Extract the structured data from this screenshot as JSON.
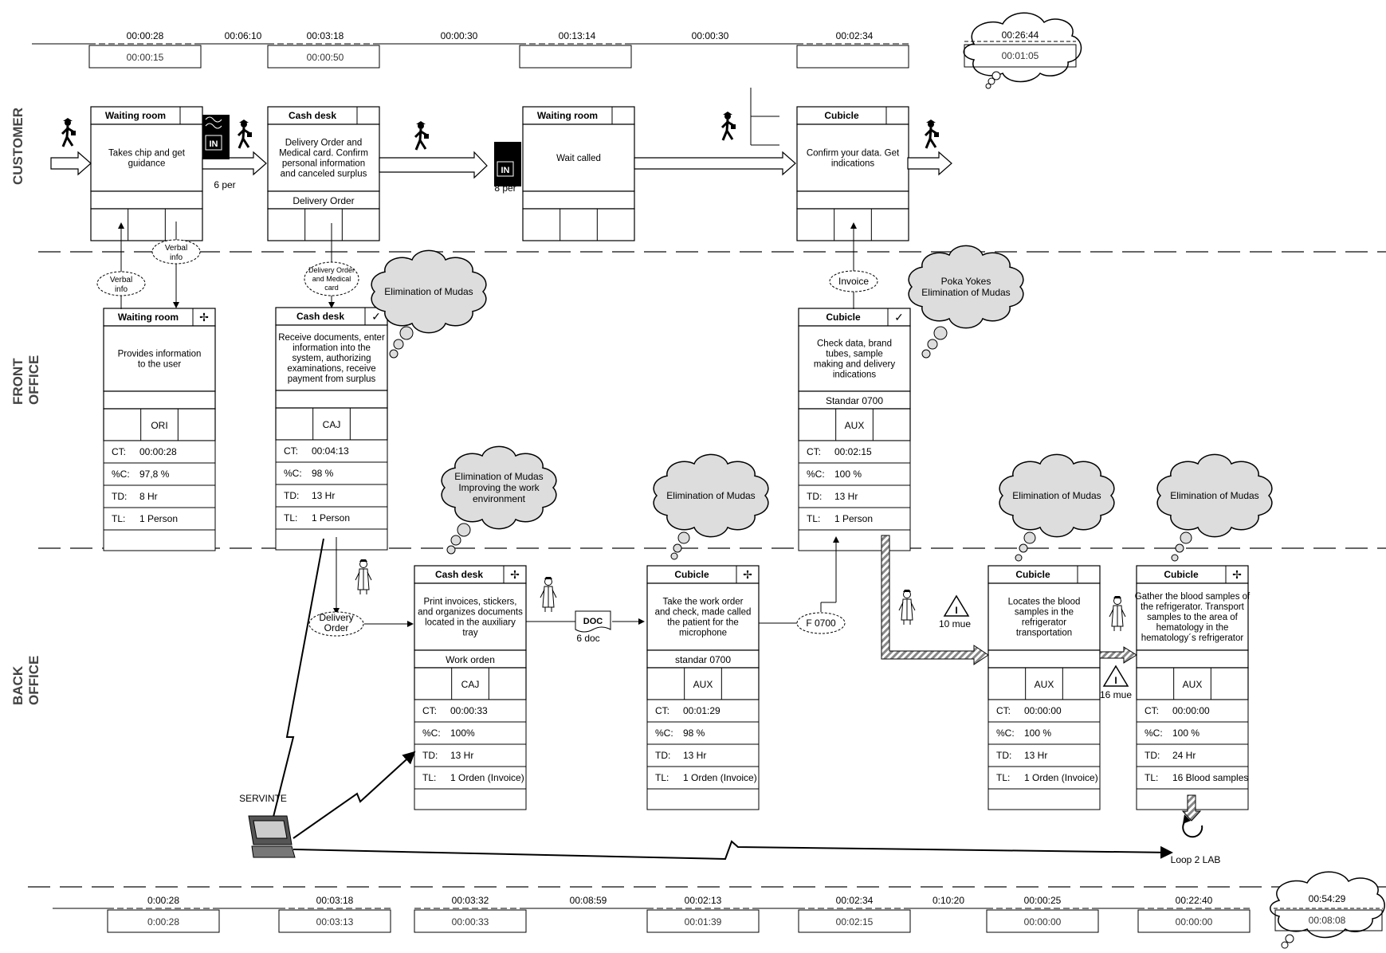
{
  "lanes": [
    "CUSTOMER",
    "FRONT OFFICE",
    "BACK OFFICE"
  ],
  "timeline_top": {
    "upper": [
      "00:00:28",
      "00:06:10",
      "00:03:18",
      "00:00:30",
      "00:13:14",
      "00:00:30",
      "00:02:34"
    ],
    "lower": [
      "00:00:15",
      "00:00:50"
    ],
    "total_upper": "00:26:44",
    "total_lower": "00:01:05"
  },
  "timeline_bottom": {
    "upper": [
      "0:00:28",
      "00:03:18",
      "00:03:32",
      "00:08:59",
      "00:02:13",
      "00:02:34",
      "0:10:20",
      "00:00:25",
      "00:22:40"
    ],
    "lower": [
      "0:00:28",
      "00:03:13",
      "00:00:33",
      "00:01:39",
      "00:02:15",
      "00:00:00",
      "00:00:00"
    ],
    "total_upper": "00:54:29",
    "total_lower": "00:08:08"
  },
  "customer_processes": [
    {
      "title": "Waiting room",
      "desc": [
        "Takes chip and get",
        "guidance"
      ],
      "sub": ""
    },
    {
      "title": "Cash desk",
      "desc": [
        "Delivery Order and",
        "Medical card. Confirm",
        "personal information",
        "and canceled surplus"
      ],
      "sub": "Delivery Order"
    },
    {
      "title": "Waiting room",
      "desc": [
        "Wait called"
      ],
      "sub": ""
    },
    {
      "title": "Cubicle",
      "desc": [
        "Confirm your data. Get",
        "indications"
      ],
      "sub": ""
    }
  ],
  "queue_labels": [
    "6 per",
    "8 per"
  ],
  "front_processes": [
    {
      "title": "Waiting room",
      "mark": "✢",
      "desc": [
        "Provides information",
        "to the user"
      ],
      "sub": "",
      "code": "ORI",
      "ct": "00:00:28",
      "pc": "97,8 %",
      "td": "8 Hr",
      "tl": "1 Person"
    },
    {
      "title": "Cash desk",
      "mark": "✓",
      "desc": [
        "Receive documents, enter",
        "information into the",
        "system, authorizing",
        "examinations, receive",
        "payment from surplus"
      ],
      "sub": "",
      "code": "CAJ",
      "ct": "00:04:13",
      "pc": "98 %",
      "td": "13 Hr",
      "tl": "1 Person"
    },
    {
      "title": "Cubicle",
      "mark": "✓",
      "desc": [
        "Check data, brand",
        "tubes, sample",
        "making and delivery",
        "indications"
      ],
      "sub": "Standar 0700",
      "code": "AUX",
      "ct": "00:02:15",
      "pc": "100 %",
      "td": "13 Hr",
      "tl": "1 Person"
    }
  ],
  "back_processes": [
    {
      "title": "Cash desk",
      "mark": "✢",
      "desc": [
        "Print invoices, stickers,",
        "and organizes documents",
        "located in the auxiliary",
        "tray"
      ],
      "sub": "Work orden",
      "code": "CAJ",
      "ct": "00:00:33",
      "pc": "100%",
      "td": "13 Hr",
      "tl": "1 Orden (Invoice)"
    },
    {
      "title": "Cubicle",
      "mark": "✢",
      "desc": [
        "Take the work order",
        "and check, made called",
        "the patient for the",
        "microphone"
      ],
      "sub": "standar 0700",
      "code": "AUX",
      "ct": "00:01:29",
      "pc": "98 %",
      "td": "13 Hr",
      "tl": "1 Orden (Invoice)"
    },
    {
      "title": "Cubicle",
      "mark": "",
      "desc": [
        "Locates the blood",
        "samples in the",
        "refrigerator",
        "transportation"
      ],
      "sub": "",
      "code": "AUX",
      "ct": "00:00:00",
      "pc": "100 %",
      "td": "13 Hr",
      "tl": "1 Orden (Invoice)"
    },
    {
      "title": "Cubicle",
      "mark": "✢",
      "desc": [
        "Gather the blood samples of",
        "the refrigerator. Transport",
        "samples to the area of",
        "hematology in the",
        "hematology´s refrigerator"
      ],
      "sub": "",
      "code": "AUX",
      "ct": "00:00:00",
      "pc": "100 %",
      "td": "24 Hr",
      "tl": "16 Blood samples"
    }
  ],
  "metric_labels": {
    "ct": "CT:",
    "pc": "%C:",
    "td": "TD:",
    "tl": "TL:"
  },
  "clouds": [
    [
      "Elimination of Mudas"
    ],
    [
      "Poka Yokes",
      "Elimination of Mudas"
    ],
    [
      "Elimination of Mudas",
      "Improving the work",
      "environment"
    ],
    [
      "Elimination of Mudas"
    ],
    [
      "Elimination of Mudas"
    ],
    [
      "Elimination of Mudas"
    ]
  ],
  "info_flows": {
    "verbal_info": [
      "Verbal",
      "info"
    ],
    "delivery_medical": [
      "Delivery Order",
      "and Medical",
      "card"
    ],
    "invoice": "Invoice",
    "delivery_order": [
      "Delivery",
      "Order"
    ],
    "doc": "DOC",
    "doc_count": "6 doc",
    "f0700": "F 0700"
  },
  "inventory": [
    "10 mue",
    "16 mue"
  ],
  "servinte": "SERVINTE",
  "loop": "Loop 2 LAB"
}
